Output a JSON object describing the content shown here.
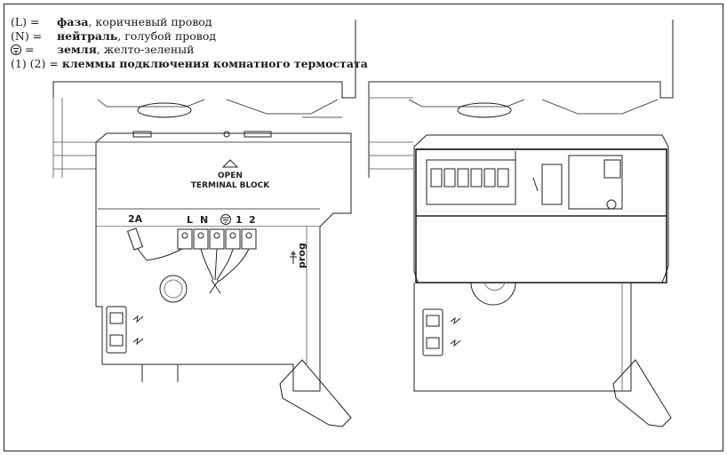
{
  "legend": {
    "phase": {
      "key": "(L) =",
      "term": "фаза",
      "desc": ", коричневый провод"
    },
    "neutral": {
      "key": "(N) =",
      "term": "нейтраль",
      "desc": ", голубой провод"
    },
    "earth": {
      "key": "=",
      "term": "земля",
      "desc": ", желто-зеленый"
    },
    "thermostat": {
      "key": "(1) (2) =",
      "term": "клеммы подключения комнатного термостата"
    }
  },
  "left_unit": {
    "open_label": "OPEN",
    "block_label": "TERMINAL BLOCK",
    "fuse_label": "2A",
    "terminals": [
      "L",
      "N",
      "1",
      "2"
    ],
    "prog_label": "prog"
  },
  "icons": [
    "earth-symbol-icon",
    "usb-icon",
    "led-indicator-icon",
    "up-arrow-icon"
  ]
}
